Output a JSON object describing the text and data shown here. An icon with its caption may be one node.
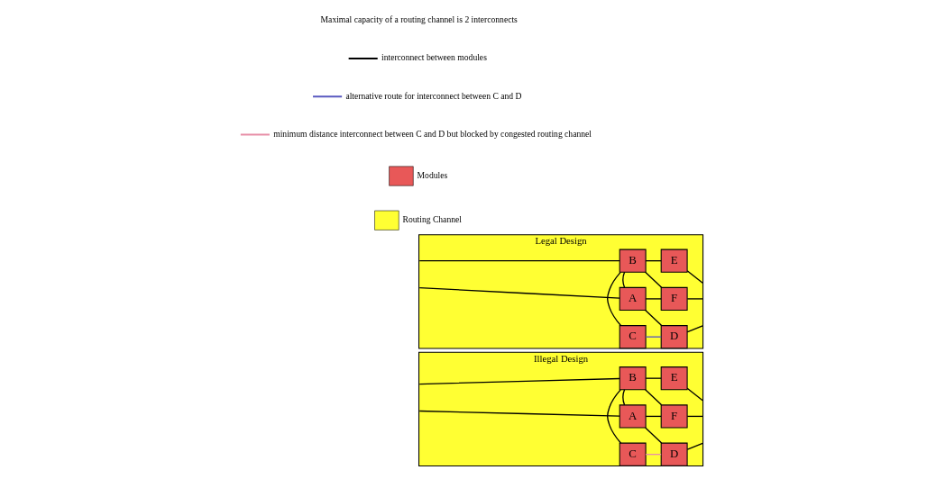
{
  "diagram": {
    "nodes": [
      {
        "text": [
          "Illegal Design"
        ]
      },
      {
        "text": [
          "A"
        ],
        "in": 0
      },
      {
        "text": [
          "B"
        ],
        "in": 0
      },
      {
        "text": [
          "C"
        ],
        "in": 0
      },
      {
        "text": [
          "D"
        ],
        "in": 0
      },
      {
        "text": [
          "E"
        ],
        "in": 0
      },
      {
        "text": [
          "F"
        ],
        "in": 0
      },
      {
        "text": [
          "Legal Design"
        ]
      },
      {
        "text": [
          "A"
        ],
        "in": 7
      },
      {
        "text": [
          "B"
        ],
        "in": 7
      },
      {
        "text": [
          "C"
        ],
        "in": 7
      },
      {
        "text": [
          "D"
        ],
        "in": 7
      },
      {
        "text": [
          "E"
        ],
        "in": 7
      },
      {
        "text": [
          "F"
        ],
        "in": 7
      }
    ],
    "edges": [
      {
        "from": 0,
        "to": 1,
        "arrow": "none"
      },
      {
        "from": 1,
        "to": 2,
        "arrow": "none"
      },
      {
        "from": 0,
        "to": 2,
        "arrow": "none"
      },
      {
        "from": 2,
        "to": 3,
        "arrow": "none"
      },
      {
        "from": 1,
        "to": 4,
        "arrow": "none"
      },
      {
        "from": 1,
        "to": 6,
        "arrow": "none"
      },
      {
        "from": 2,
        "to": 5,
        "arrow": "none"
      },
      {
        "from": 2,
        "to": 6,
        "arrow": "none"
      },
      {
        "from": 3,
        "to": 4,
        "arrow": "none",
        "color": "#e890a8"
      },
      {
        "from": 4,
        "to": 0,
        "arrow": "none"
      },
      {
        "from": 5,
        "to": 0,
        "arrow": "none"
      },
      {
        "from": 6,
        "to": 0,
        "arrow": "none"
      },
      {
        "from": 7,
        "to": 8,
        "arrow": "none"
      },
      {
        "from": 8,
        "to": 9,
        "arrow": "none"
      },
      {
        "from": 7,
        "to": 9,
        "arrow": "none"
      },
      {
        "from": 9,
        "to": 10,
        "arrow": "none"
      },
      {
        "from": 8,
        "to": 11,
        "arrow": "none"
      },
      {
        "from": 8,
        "to": 13,
        "arrow": "none"
      },
      {
        "from": 9,
        "to": 12,
        "arrow": "none"
      },
      {
        "from": 9,
        "to": 13,
        "arrow": "none"
      },
      {
        "from": 10,
        "to": 11,
        "arrow": "none",
        "color": "#5858c0"
      },
      {
        "from": 11,
        "to": 7,
        "arrow": "none"
      },
      {
        "from": 12,
        "to": 7,
        "arrow": "none"
      },
      {
        "from": 13,
        "to": 7,
        "arrow": "none"
      }
    ],
    "labels": [
      "Maximal capacity of a routing channel is 2 interconnects"
    ],
    "legend": [
      {
        "text": "interconnect between modules"
      },
      {
        "text": "alternative route for interconnect between C and D"
      },
      {
        "text": "minimum distance interconnect between C and D but blocked by congested routing channel"
      },
      {
        "text": "Modules",
        "color": "#e85858"
      },
      {
        "text": "Routing Channel",
        "color": "#ffff33"
      }
    ]
  }
}
